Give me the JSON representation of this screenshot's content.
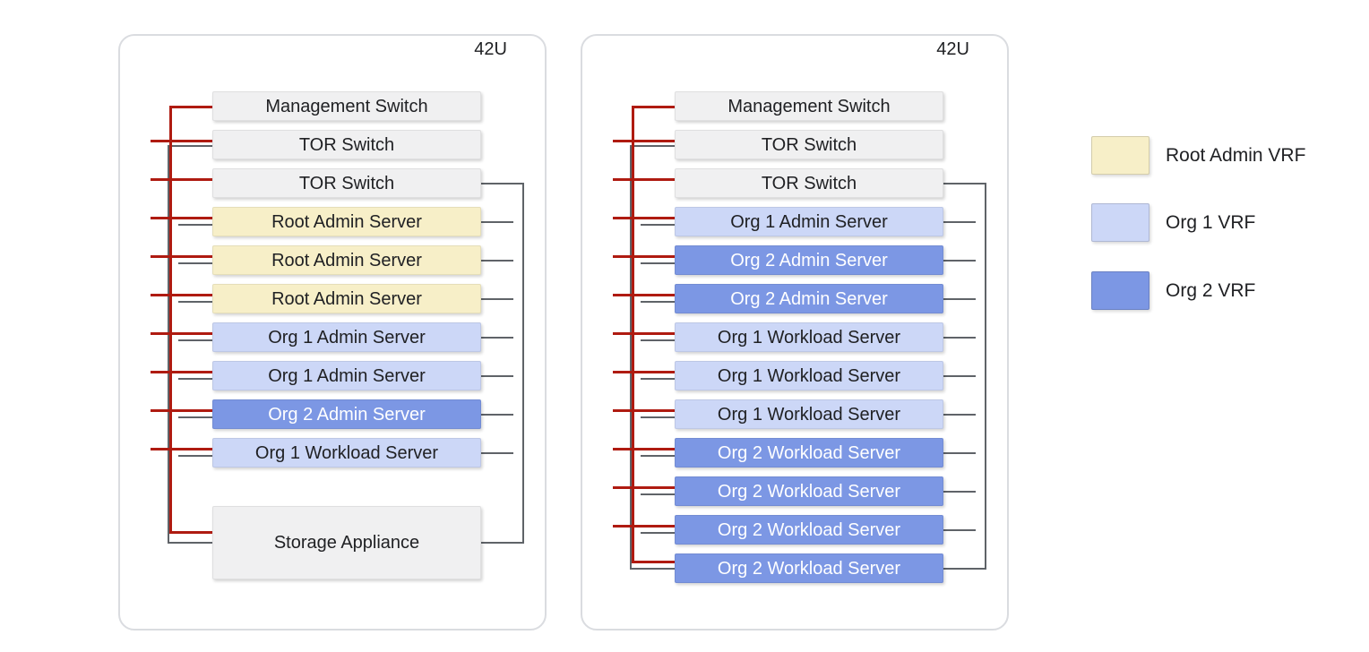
{
  "colors": {
    "root_admin_vrf": "#F7EFC8",
    "org1_vrf": "#CCD7F7",
    "org2_vrf": "#7C97E4",
    "switch_gray": "#F0F0F1",
    "mgmt_line_red": "#AF1B11",
    "data_line_gray": "#5F6368",
    "rack_border": "#DADCE0",
    "label_dark": "#202124",
    "label_light": "#FFFFFF"
  },
  "racks": [
    {
      "capacity_label": "42U",
      "units": [
        {
          "label": "Management Switch",
          "type": "switch"
        },
        {
          "label": "TOR Switch",
          "type": "switch"
        },
        {
          "label": "TOR Switch",
          "type": "switch"
        },
        {
          "label": "Root Admin Server",
          "type": "root-admin"
        },
        {
          "label": "Root Admin Server",
          "type": "root-admin"
        },
        {
          "label": "Root Admin Server",
          "type": "root-admin"
        },
        {
          "label": "Org 1 Admin Server",
          "type": "org1"
        },
        {
          "label": "Org 1 Admin Server",
          "type": "org1"
        },
        {
          "label": "Org 2 Admin Server",
          "type": "org2"
        },
        {
          "label": "Org 1 Workload Server",
          "type": "org1"
        },
        {
          "label": "Storage Appliance",
          "type": "storage"
        }
      ]
    },
    {
      "capacity_label": "42U",
      "units": [
        {
          "label": "Management Switch",
          "type": "switch"
        },
        {
          "label": "TOR Switch",
          "type": "switch"
        },
        {
          "label": "TOR Switch",
          "type": "switch"
        },
        {
          "label": "Org 1 Admin Server",
          "type": "org1"
        },
        {
          "label": "Org 2 Admin Server",
          "type": "org2"
        },
        {
          "label": "Org 2 Admin Server",
          "type": "org2"
        },
        {
          "label": "Org 1 Workload Server",
          "type": "org1"
        },
        {
          "label": "Org 1 Workload Server",
          "type": "org1"
        },
        {
          "label": "Org 1 Workload Server",
          "type": "org1"
        },
        {
          "label": "Org 2 Workload Server",
          "type": "org2"
        },
        {
          "label": "Org 2 Workload Server",
          "type": "org2"
        },
        {
          "label": "Org 2 Workload Server",
          "type": "org2"
        },
        {
          "label": "Org 2 Workload Server",
          "type": "org2"
        }
      ]
    }
  ],
  "legend": {
    "items": [
      {
        "label": "Root Admin VRF",
        "type": "root-admin"
      },
      {
        "label": "Org 1 VRF",
        "type": "org1"
      },
      {
        "label": "Org 2 VRF",
        "type": "org2"
      }
    ]
  }
}
